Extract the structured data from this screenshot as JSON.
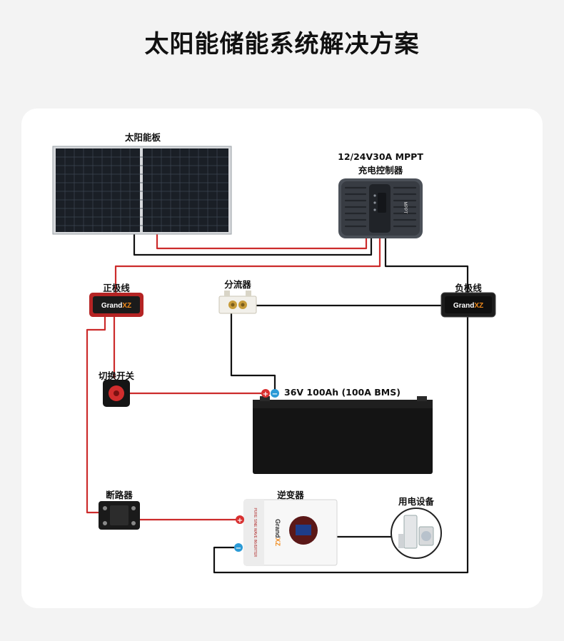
{
  "title": "太阳能储能系统解决方案",
  "components": {
    "solar_panel": "太阳能板",
    "controller_line1": "12/24V30A MPPT",
    "controller_line2": "充电控制器",
    "controller_screen": "MPPT",
    "positive_bus": "正极线",
    "shunt": "分流器",
    "negative_bus": "负极线",
    "switch": "切换开关",
    "battery": "36V 100Ah (100A BMS)",
    "breaker": "断路器",
    "inverter": "逆变器",
    "appliances": "用电设备"
  },
  "brand": {
    "prefix": "Grand",
    "suffix": "XZ",
    "accent": "#f08a1c"
  },
  "inverter_text": "PURE SINE WAVE INVERTER",
  "terminals": {
    "plus": "+",
    "minus": "−"
  },
  "colors": {
    "positive_wire": "#cc2b2b",
    "negative_wire": "#111111",
    "positive_bus_body": "#b52424",
    "negative_bus_body": "#1c1c1c",
    "plus_terminal": "#d93030",
    "minus_terminal": "#2a9ad6"
  }
}
